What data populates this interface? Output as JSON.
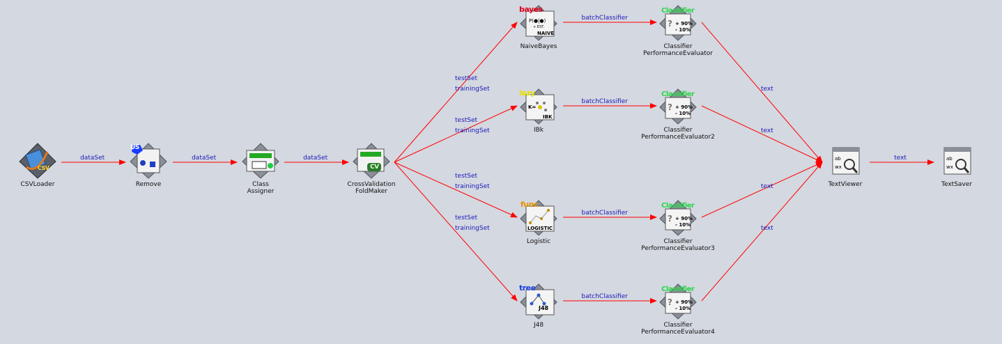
{
  "colors": {
    "background": "#d4d8e0",
    "link": "#ff0000",
    "link_label": "#1a1ab8"
  },
  "nodes": {
    "csvloader": {
      "label": "CSVLoader",
      "icon": "csv-loader-icon",
      "badge": "CSV"
    },
    "remove": {
      "label": "Remove",
      "icon": "remove-filter-icon",
      "badge": "US"
    },
    "classassigner": {
      "label": "Class\nAssigner",
      "icon": "class-assigner-icon"
    },
    "cvfoldmaker": {
      "label": "CrossValidation\nFoldMaker",
      "icon": "crossvalidation-icon",
      "badge": "CV"
    },
    "naivebayes": {
      "label": "NaiveBayes",
      "icon": "naive-bayes-icon",
      "badge": "bayes",
      "sub": "NAIVE"
    },
    "ibk": {
      "label": "IBk",
      "icon": "ibk-icon",
      "badge": "lazy",
      "sub": "IBK"
    },
    "logistic": {
      "label": "Logistic",
      "icon": "logistic-icon",
      "badge": "func",
      "sub": "LOGISTIC"
    },
    "j48": {
      "label": "J48",
      "icon": "j48-tree-icon",
      "badge": "tree",
      "sub": "J48"
    },
    "cpe1": {
      "label": "Classifier\nPerformanceEvaluator",
      "icon": "performance-evaluator-icon",
      "badge": "Classifier"
    },
    "cpe2": {
      "label": "Classifier\nPerformanceEvaluator2",
      "icon": "performance-evaluator-icon",
      "badge": "Classifier"
    },
    "cpe3": {
      "label": "Classifier\nPerformanceEvaluator3",
      "icon": "performance-evaluator-icon",
      "badge": "Classifier"
    },
    "cpe4": {
      "label": "Classifier\nPerformanceEvaluator4",
      "icon": "performance-evaluator-icon",
      "badge": "Classifier"
    },
    "textviewer": {
      "label": "TextViewer",
      "icon": "text-viewer-icon"
    },
    "textsaver": {
      "label": "TextSaver",
      "icon": "text-saver-icon"
    }
  },
  "connections": [
    {
      "from": "csvloader",
      "to": "remove",
      "label": "dataSet"
    },
    {
      "from": "remove",
      "to": "classassigner",
      "label": "dataSet"
    },
    {
      "from": "classassigner",
      "to": "cvfoldmaker",
      "label": "dataSet"
    },
    {
      "from": "cvfoldmaker",
      "to": "naivebayes",
      "label": "testSet",
      "label2": "trainingSet"
    },
    {
      "from": "cvfoldmaker",
      "to": "ibk",
      "label": "testSet",
      "label2": "trainingSet"
    },
    {
      "from": "cvfoldmaker",
      "to": "logistic",
      "label": "testSet",
      "label2": "trainingSet"
    },
    {
      "from": "cvfoldmaker",
      "to": "j48",
      "label": "testSet",
      "label2": "trainingSet"
    },
    {
      "from": "naivebayes",
      "to": "cpe1",
      "label": "batchClassifier"
    },
    {
      "from": "ibk",
      "to": "cpe2",
      "label": "batchClassifier"
    },
    {
      "from": "logistic",
      "to": "cpe3",
      "label": "batchClassifier"
    },
    {
      "from": "j48",
      "to": "cpe4",
      "label": "batchClassifier"
    },
    {
      "from": "cpe1",
      "to": "textviewer",
      "label": "text"
    },
    {
      "from": "cpe2",
      "to": "textviewer",
      "label": "text"
    },
    {
      "from": "cpe3",
      "to": "textviewer",
      "label": "text"
    },
    {
      "from": "cpe4",
      "to": "textviewer",
      "label": "text"
    },
    {
      "from": "textviewer",
      "to": "textsaver",
      "label": "text"
    }
  ],
  "evaluator_icon_text": {
    "line1": "+ 90%",
    "line2": "- 10%"
  }
}
